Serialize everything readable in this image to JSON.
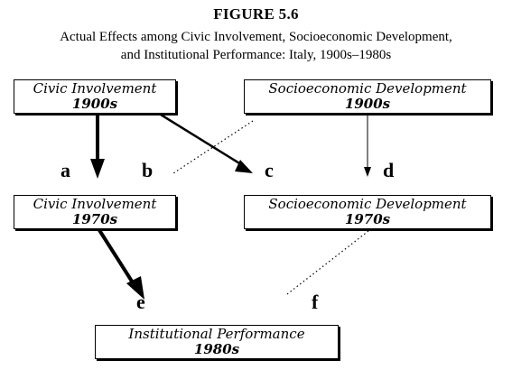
{
  "figure": {
    "number": "FIGURE 5.6",
    "caption_line1": "Actual Effects among Civic Involvement, Socioeconomic Development,",
    "caption_line2": "and Institutional Performance: Italy, 1900s–1980s"
  },
  "nodes": {
    "civic_1900": {
      "name": "Civic Involvement",
      "period": "1900s"
    },
    "socio_1900": {
      "name": "Socioeconomic Development",
      "period": "1900s"
    },
    "civic_1970": {
      "name": "Civic Involvement",
      "period": "1970s"
    },
    "socio_1970": {
      "name": "Socioeconomic Development",
      "period": "1970s"
    },
    "inst_1980": {
      "name": "Institutional Performance",
      "period": "1980s"
    }
  },
  "paths": {
    "a": {
      "label": "a",
      "from": "civic_1900",
      "to": "civic_1970",
      "style": "thick"
    },
    "b": {
      "label": "b",
      "from": "socio_1900",
      "to": "civic_1970",
      "style": "dotted"
    },
    "c": {
      "label": "c",
      "from": "civic_1900",
      "to": "socio_1970",
      "style": "medium"
    },
    "d": {
      "label": "d",
      "from": "socio_1900",
      "to": "socio_1970",
      "style": "thin"
    },
    "e": {
      "label": "e",
      "from": "civic_1970",
      "to": "inst_1980",
      "style": "thick"
    },
    "f": {
      "label": "f",
      "from": "socio_1970",
      "to": "inst_1980",
      "style": "dotted"
    }
  }
}
